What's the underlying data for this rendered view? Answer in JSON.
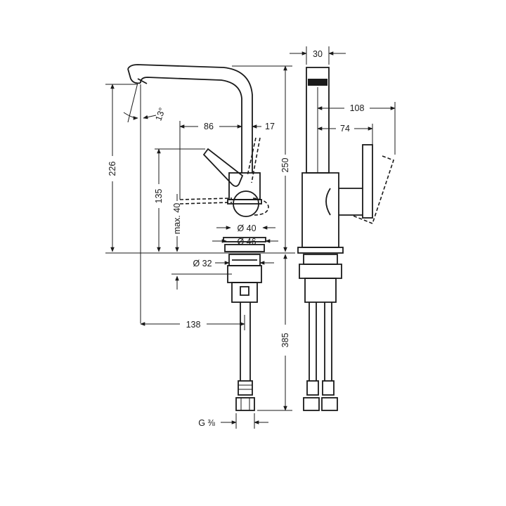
{
  "dimensions": {
    "d30": "30",
    "d108": "108",
    "d74": "74",
    "d86": "86",
    "d17": "17",
    "d226": "226",
    "d250": "250",
    "d135": "135",
    "max40": "max. 40",
    "angle13": "13°",
    "dia40": "Ø 40",
    "dia46": "Ø 46",
    "dia32": "Ø 32",
    "d138": "138",
    "d385": "385",
    "thread": "G ⅜"
  }
}
